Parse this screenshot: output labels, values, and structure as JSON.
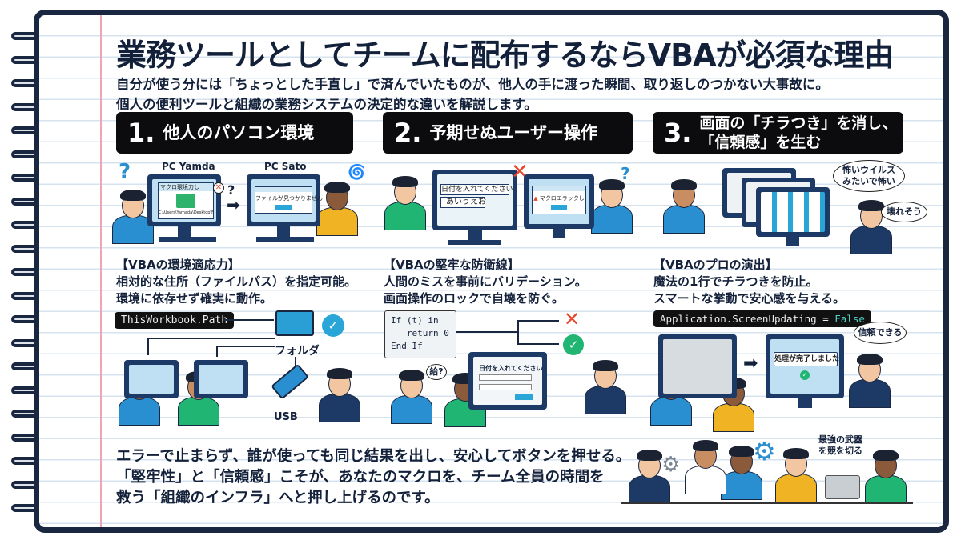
{
  "title": "業務ツールとしてチームに配布するならVBAが必須な理由",
  "subtitle": [
    "自分が使う分には「ちょっとした手直し」で済んでいたものが、他人の手に渡った瞬間、取り返しのつかない大事故に。",
    "個人の便利ツールと組織の業務システムの決定的な違いを解説します。"
  ],
  "sections": [
    {
      "number": "1.",
      "heading": [
        "他人のパソコン環境"
      ],
      "pc_left": "PC Yamda",
      "pc_right": "PC Sato",
      "dialog_title": "マクロ環境力し",
      "dialog_path": "C:\\Users\\Yamada\\Desktop\\Folder",
      "error_text": "ファイルが見つかりません",
      "question": "?",
      "caption_title": "【VBAの環境適応力】",
      "caption": [
        "相対的な住所（ファイルパス）を指定可能。",
        "環境に依存せず確実に動作。"
      ],
      "code": "ThisWorkbook.Path",
      "folder_label": "フォルダ",
      "usb_label": "USB"
    },
    {
      "number": "2.",
      "heading": [
        "予期せぬユーザー操作"
      ],
      "form_prompt": "日付を入れてください",
      "form_input": "あいうえお",
      "error_text": "マクロエラックし",
      "question": "?",
      "caption_title": "【VBAの堅牢な防衛線】",
      "caption": [
        "人間のミスを事前にバリデーション。",
        "画面操作のロックで自壊を防ぐ。"
      ],
      "code": [
        "If (t) in",
        "   return 0",
        "End If"
      ],
      "bubble": "給?",
      "form2_prompt": "日付を入れてください"
    },
    {
      "number": "3.",
      "heading": [
        "画面の「チラつき」を消し、",
        "「信頼感」を生む"
      ],
      "bubble_virus": [
        "怖いウイルス",
        "みたいで怖い"
      ],
      "bubble_broken": "壊れそう",
      "caption_title": "【VBAのプロの演出】",
      "caption": [
        "魔法の1行でチラつきを防止。",
        "スマートな挙動で安心感を与える。"
      ],
      "code": "Application.ScreenUpdating = ",
      "code_value": "False",
      "done_text": "処理が完了しました",
      "bubble_trust": "信頼できる"
    }
  ],
  "bottom": [
    "エラーで止まらず、誰が使っても同じ結果を出し、安心してボタンを押せる。",
    "「堅牢性」と「信頼感」こそが、あなたのマクロを、チーム全員の時間を",
    "救う「組織のインフラ」へと押し上げるのです。"
  ],
  "team_caption": [
    "最強の武器",
    "を競を切る"
  ],
  "colors": {
    "navy": "#1a2740",
    "accent_blue": "#2aa5d8",
    "green": "#21b573",
    "red": "#e8472a",
    "margin": "#f0a4b4"
  }
}
